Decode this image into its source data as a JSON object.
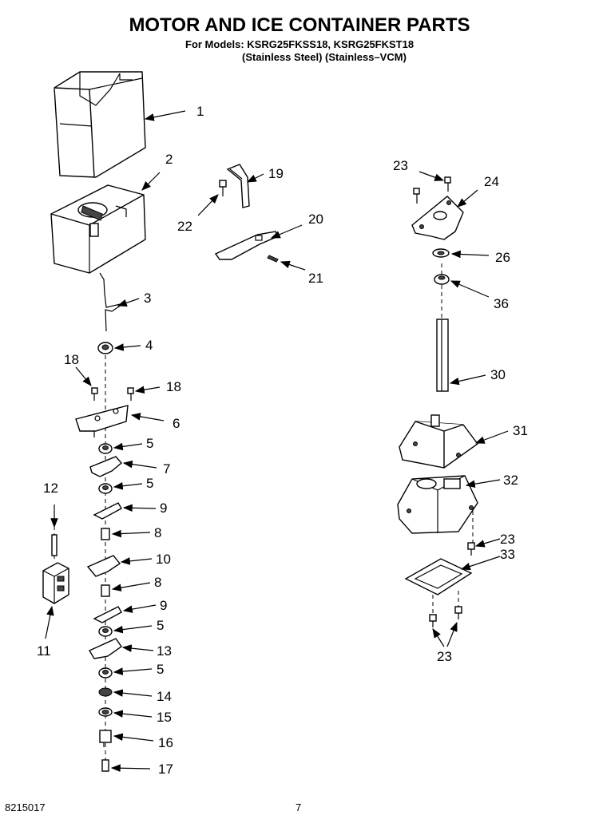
{
  "header": {
    "title": "MOTOR AND ICE CONTAINER PARTS",
    "models_line": "For Models: KSRG25FKSS18, KSRG25FKST18",
    "finishes_line": "(Stainless Steel)  (Stainless–VCM)"
  },
  "footer": {
    "doc_number": "8215017",
    "page_number": "7"
  },
  "callouts": {
    "c1": "1",
    "c2": "2",
    "c3": "3",
    "c4": "4",
    "c18a": "18",
    "c18b": "18",
    "c6": "6",
    "c5a": "5",
    "c7": "7",
    "c5b": "5",
    "c9a": "9",
    "c8a": "8",
    "c10": "10",
    "c8b": "8",
    "c9b": "9",
    "c5c": "5",
    "c13": "13",
    "c5d": "5",
    "c14": "14",
    "c15": "15",
    "c16": "16",
    "c17": "17",
    "c12": "12",
    "c11": "11",
    "c19": "19",
    "c22": "22",
    "c20": "20",
    "c21": "21",
    "c23a": "23",
    "c24": "24",
    "c26": "26",
    "c36": "36",
    "c30": "30",
    "c31": "31",
    "c32": "32",
    "c23b": "23",
    "c33": "33",
    "c23c": "23"
  }
}
